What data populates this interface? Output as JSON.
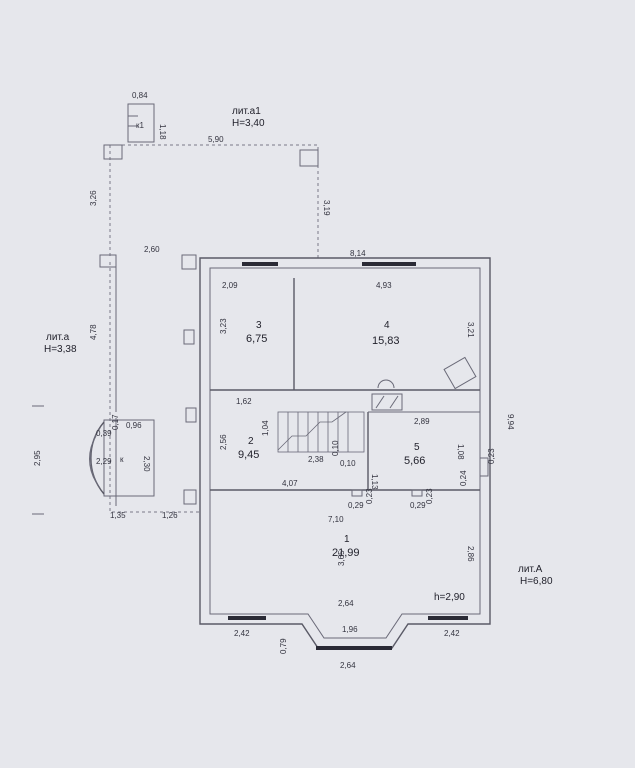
{
  "labels": {
    "lit_a1": "лит.а1",
    "lit_a1_h": "H=3,40",
    "lit_a": "лит.а",
    "lit_a_h": "H=3,38",
    "lit_A": "лит.А",
    "lit_A_h": "H=6,80",
    "h_room": "h=2,90",
    "k1": "к1",
    "k": "к"
  },
  "rooms": [
    {
      "no": "1",
      "area": "21,99"
    },
    {
      "no": "2",
      "area": "9,45"
    },
    {
      "no": "3",
      "area": "6,75"
    },
    {
      "no": "4",
      "area": "15,83"
    },
    {
      "no": "5",
      "area": "5,66"
    }
  ],
  "dims": {
    "d084": "0,84",
    "d118": "1,18",
    "d590": "5,90",
    "d326": "3,26",
    "d319": "3,19",
    "d260": "2,60",
    "d814": "8,14",
    "d209": "2,09",
    "d493": "4,93",
    "d478": "4,78",
    "d323": "3,23",
    "d321": "3,21",
    "d162": "1,62",
    "d104": "1,04",
    "d289": "2,89",
    "d994": "9,94",
    "d039": "0,39",
    "d017": "0,17",
    "d096": "0,96",
    "d256": "2,56",
    "d238": "2,38",
    "d010a": "0,10",
    "d010b": "0,10",
    "d113": "1,13",
    "d108": "1,08",
    "d295": "2,95",
    "d229": "2,29",
    "d230": "2,30",
    "d407": "4,07",
    "d023a": "0,23",
    "d024": "0,24",
    "d029a": "0,29",
    "d023b": "0,23",
    "d029b": "0,29",
    "d023c": "0,23",
    "d135": "1,35",
    "d126": "1,26",
    "d710": "7,10",
    "d365": "3,65",
    "d286": "2,86",
    "d264a": "2,64",
    "d242a": "2,42",
    "d196": "1,96",
    "d242b": "2,42",
    "d079": "0,79",
    "d264b": "2,64"
  }
}
